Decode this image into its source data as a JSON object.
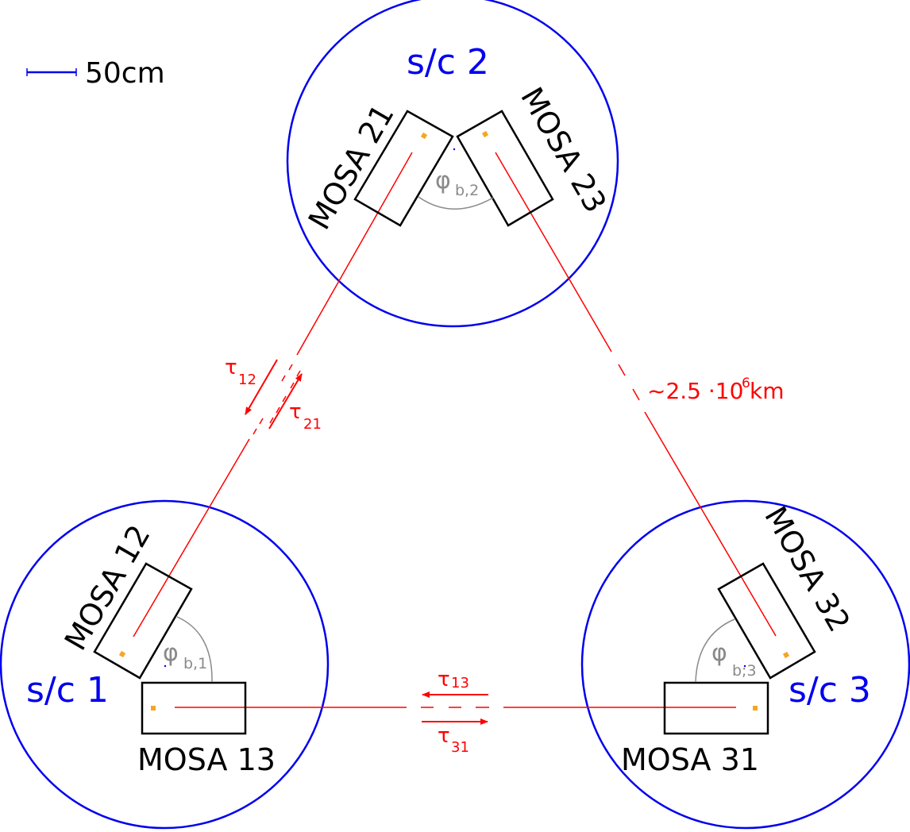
{
  "scale_bar": {
    "label": "50cm",
    "color": "#0000ee"
  },
  "colors": {
    "spacecraft": "#0000ee",
    "laser_link": "#ff0000",
    "mosa_outline": "#000000",
    "optical_bench_marker": "#f5a623",
    "angle_arc": "#8a8a8a"
  },
  "spacecraft": [
    {
      "id": "sc1",
      "label": "s/c 1"
    },
    {
      "id": "sc2",
      "label": "s/c 2"
    },
    {
      "id": "sc3",
      "label": "s/c 3"
    }
  ],
  "mosas": [
    {
      "id": "12",
      "label": "MOSA 12"
    },
    {
      "id": "13",
      "label": "MOSA 13"
    },
    {
      "id": "21",
      "label": "MOSA 21"
    },
    {
      "id": "23",
      "label": "MOSA 23"
    },
    {
      "id": "31",
      "label": "MOSA 31"
    },
    {
      "id": "32",
      "label": "MOSA 32"
    }
  ],
  "angles": [
    {
      "symbol": "φ",
      "sub": "b,1"
    },
    {
      "symbol": "φ",
      "sub": "b,2"
    },
    {
      "symbol": "φ",
      "sub": "b;3"
    }
  ],
  "delays": [
    {
      "symbol": "τ",
      "sub": "12"
    },
    {
      "symbol": "τ",
      "sub": "21"
    },
    {
      "symbol": "τ",
      "sub": "13"
    },
    {
      "symbol": "τ",
      "sub": "31"
    }
  ],
  "arm_length": {
    "prefix": "~2.5 ·10",
    "exponent": "6",
    "unit": " km"
  }
}
